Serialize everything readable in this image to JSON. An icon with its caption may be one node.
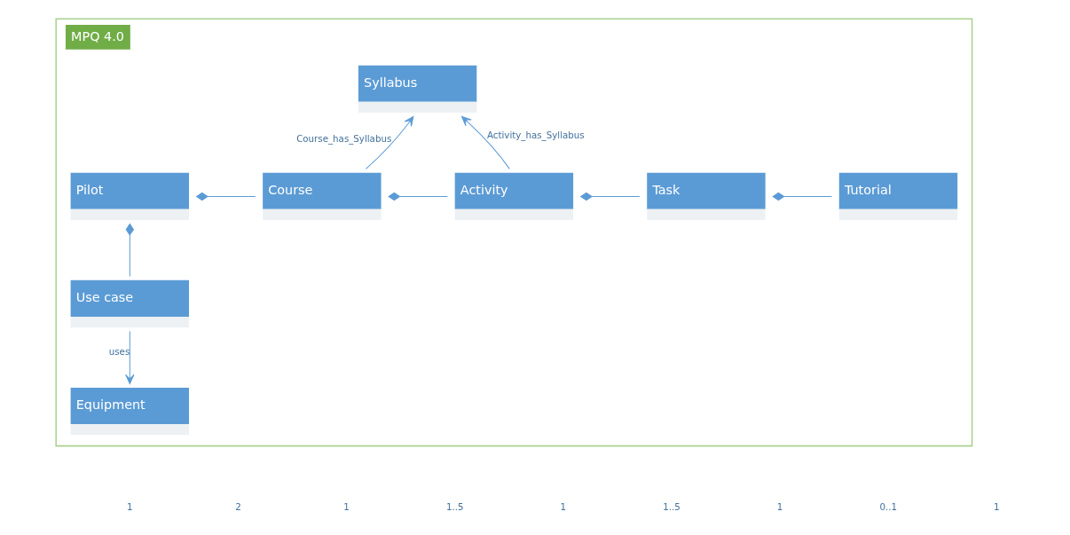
{
  "diagram": {
    "nodes": [
      {
        "text": [
          "MPQ 4.0"
        ]
      },
      {
        "text": [
          "Syllabus"
        ],
        "in": 0
      },
      {
        "text": [
          "Pilot"
        ],
        "in": 0
      },
      {
        "text": [
          "Course"
        ],
        "in": 0
      },
      {
        "text": [
          "Activity"
        ],
        "in": 0
      },
      {
        "text": [
          "Task"
        ],
        "in": 0
      },
      {
        "text": [
          "Tutorial"
        ],
        "in": 0
      },
      {
        "text": [
          "Use case"
        ],
        "in": 0
      },
      {
        "text": [
          "Equipment"
        ],
        "in": 0
      }
    ],
    "edges": [
      {
        "from": 2,
        "to": 3,
        "arrow": "other"
      },
      {
        "from": 2,
        "to": 7,
        "arrow": "other"
      },
      {
        "from": 3,
        "to": 4,
        "arrow": "other"
      },
      {
        "from": 4,
        "to": 5,
        "arrow": "other"
      },
      {
        "from": 5,
        "to": 6,
        "arrow": "other"
      },
      {
        "from": 3,
        "to": 1,
        "arrow": "to",
        "label": "Course_has_Syllabus"
      },
      {
        "from": 4,
        "to": 1,
        "arrow": "to",
        "label": "Activity_has_Syllabus"
      },
      {
        "from": 7,
        "to": 8,
        "arrow": "to",
        "label": "uses"
      }
    ],
    "labels": [
      "1",
      "2",
      "1",
      "1..5",
      "1",
      "1..5",
      "1",
      "0..1",
      "1"
    ]
  }
}
